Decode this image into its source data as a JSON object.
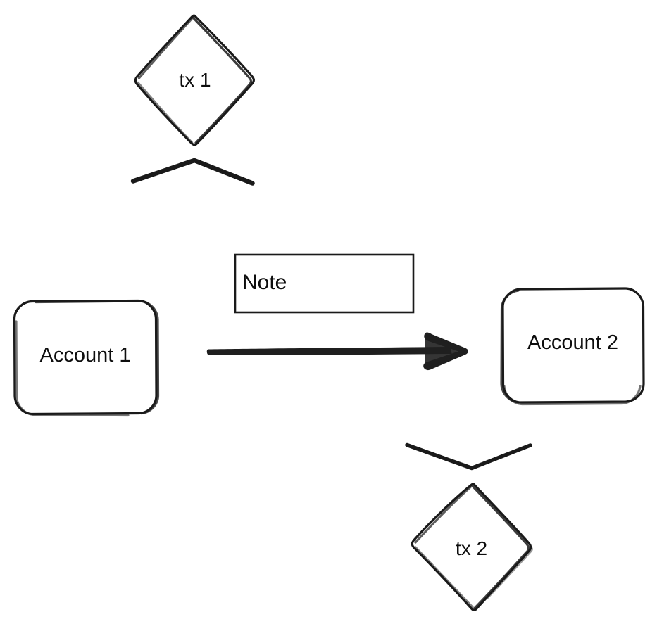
{
  "diagram": {
    "title": "account transfer sketch diagram",
    "background_color": "#ffffff",
    "stroke_color": "#1a1a1a",
    "text_color": "#0d0d0d",
    "nodes": [
      {
        "id": "tx-1",
        "label": "tx 1",
        "shape": "diamond",
        "style": "hand-drawn"
      },
      {
        "id": "account-1",
        "label": "Account 1",
        "shape": "rounded-rectangle",
        "style": "hand-drawn"
      },
      {
        "id": "note",
        "label": "Note",
        "shape": "rectangle",
        "style": "straight"
      },
      {
        "id": "account-2",
        "label": "Account 2",
        "shape": "rounded-rectangle",
        "style": "hand-drawn"
      },
      {
        "id": "tx-2",
        "label": "tx 2",
        "shape": "diamond",
        "style": "hand-drawn"
      }
    ],
    "connectors": [
      {
        "id": "transfer-arrow",
        "from": "account-1",
        "to": "account-2",
        "style": "thick-hand-drawn",
        "head": "open-v",
        "direction": "right"
      },
      {
        "id": "tx-1-chevron",
        "attached_to": "tx-1",
        "style": "chevron",
        "direction": "up"
      },
      {
        "id": "tx-2-chevron",
        "attached_to": "tx-2",
        "style": "chevron",
        "direction": "down"
      }
    ]
  }
}
